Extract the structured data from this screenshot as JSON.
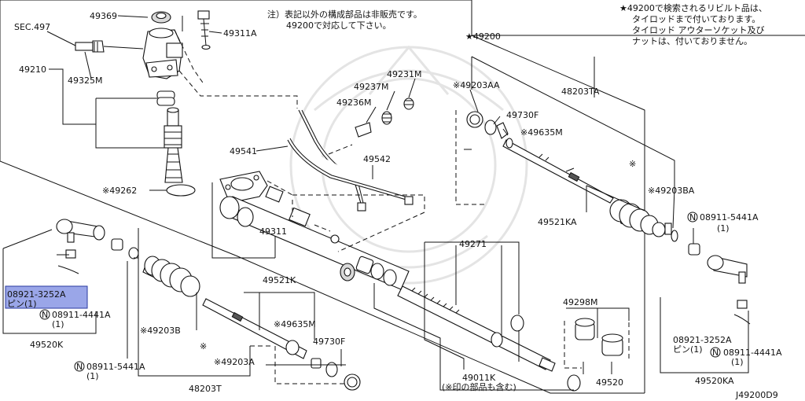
{
  "diagram_id": "J49200D9",
  "notes": {
    "note_jp_1": "注）表記以外の構成部品は非販売です。",
    "note_jp_2": "49200で対応して下さい。",
    "rebuilt_1": "★49200で検索されるリビルト品は、",
    "rebuilt_2": "タイロッドまで付いております。",
    "rebuilt_3": "タイロッド アウターソケット及び",
    "rebuilt_4": "ナットは、付いておりません。"
  },
  "labels": {
    "sec497": "SEC.497",
    "p49369": "49369",
    "p49311a": "49311A",
    "p49210": "49210",
    "p49325m": "49325M",
    "p49262": "※49262",
    "p49200": "★49200",
    "p49231m": "49231M",
    "p49237m": "49237M",
    "p49236m": "49236M",
    "p49541": "49541",
    "p49542": "49542",
    "p49311": "49311",
    "p49203aa": "※49203AA",
    "p48203ta": "48203TA",
    "p49730f_r": "49730F",
    "p49635m_r": "※49635M",
    "p49203ba": "※49203BA",
    "p49521ka": "49521KA",
    "p08911_5441a_r": "08911-5441A",
    "p08911_5441a_r_qty": "(1)",
    "p08921_3252a_l": "08921-3252A",
    "pin_qty_l": "ピン(1)",
    "p08911_4441a_l": "08911-4441A",
    "p08911_4441a_l_qty": "(1)",
    "p49520k": "49520K",
    "p49203b": "※49203B",
    "p08911_5441a_l": "08911-5441A",
    "p08911_5441a_l_qty": "(1)",
    "p48203t": "48203T",
    "p49521k": "49521K",
    "p49635m_l": "※49635M",
    "p49730f_l": "49730F",
    "p49203a": "※49203A",
    "p49271": "49271",
    "p49011k": "49011K",
    "p49011k_note": "(※印の部品も含む)",
    "p49298m": "49298M",
    "p49520": "49520",
    "p08921_3252a_r": "08921-3252A",
    "pin_qty_r": "ピン(1)",
    "p08911_4441a_r": "08911-4441A",
    "p08911_4441a_r_qty": "(1)",
    "p49520ka": "49520KA",
    "star_mark_1": "※",
    "star_mark_2": "※",
    "nut_symbol": "N"
  },
  "highlight": {
    "part": "08921-3252A",
    "color": "#9aa6e8"
  }
}
